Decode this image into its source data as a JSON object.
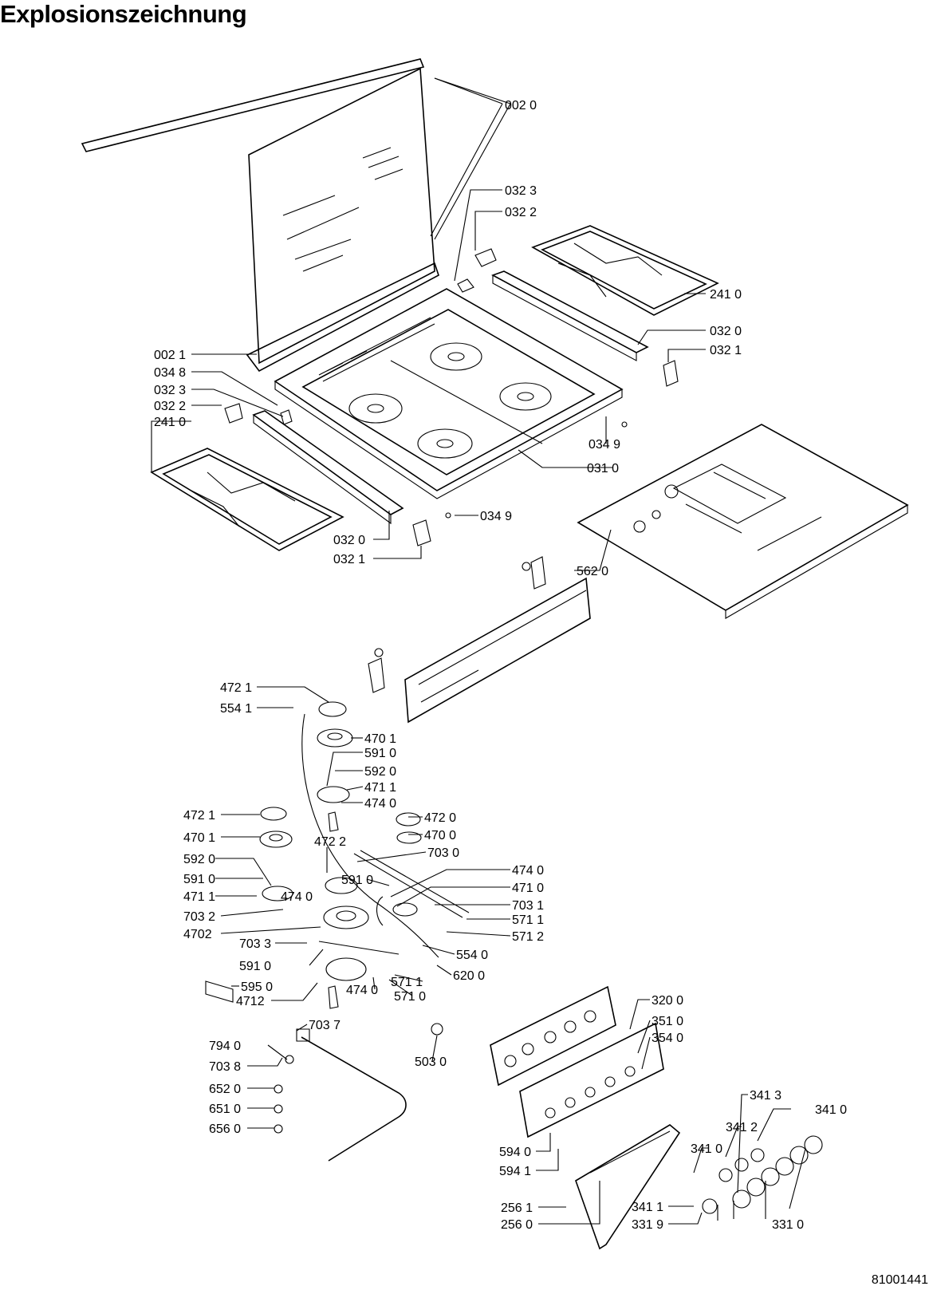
{
  "title": "Explosionszeichnung",
  "document_number": "81001441",
  "callouts": [
    {
      "id": "c1",
      "text": "002 0"
    },
    {
      "id": "c2",
      "text": "032 3"
    },
    {
      "id": "c3",
      "text": "032 2"
    },
    {
      "id": "c4",
      "text": "241 0"
    },
    {
      "id": "c5",
      "text": "032 0"
    },
    {
      "id": "c6",
      "text": "032 1"
    },
    {
      "id": "c7",
      "text": "002 1"
    },
    {
      "id": "c8",
      "text": "034 8"
    },
    {
      "id": "c9",
      "text": "032 3"
    },
    {
      "id": "c10",
      "text": "032 2"
    },
    {
      "id": "c11",
      "text": "241 0"
    },
    {
      "id": "c12",
      "text": "034 9"
    },
    {
      "id": "c13",
      "text": "031 0"
    },
    {
      "id": "c14",
      "text": "034 9"
    },
    {
      "id": "c15",
      "text": "032 0"
    },
    {
      "id": "c16",
      "text": "032 1"
    },
    {
      "id": "c17",
      "text": "562 0"
    },
    {
      "id": "c18",
      "text": "472 1"
    },
    {
      "id": "c19",
      "text": "554 1"
    },
    {
      "id": "c20",
      "text": "470 1"
    },
    {
      "id": "c21",
      "text": "591 0"
    },
    {
      "id": "c22",
      "text": "592 0"
    },
    {
      "id": "c23",
      "text": "471 1"
    },
    {
      "id": "c24",
      "text": "474 0"
    },
    {
      "id": "c25",
      "text": "472 1"
    },
    {
      "id": "c26",
      "text": "472 0"
    },
    {
      "id": "c27",
      "text": "470 1"
    },
    {
      "id": "c28",
      "text": "470 0"
    },
    {
      "id": "c29",
      "text": "472 2"
    },
    {
      "id": "c30",
      "text": "592 0"
    },
    {
      "id": "c31",
      "text": "703 0"
    },
    {
      "id": "c32",
      "text": "591 0"
    },
    {
      "id": "c33",
      "text": "474 0"
    },
    {
      "id": "c34",
      "text": "591 0"
    },
    {
      "id": "c35",
      "text": "471 0"
    },
    {
      "id": "c36",
      "text": "471 1"
    },
    {
      "id": "c37",
      "text": "474 0"
    },
    {
      "id": "c38",
      "text": "703 1"
    },
    {
      "id": "c39",
      "text": "703 2"
    },
    {
      "id": "c40",
      "text": "571 1"
    },
    {
      "id": "c41",
      "text": "4702"
    },
    {
      "id": "c42",
      "text": "571 2"
    },
    {
      "id": "c43",
      "text": "703 3"
    },
    {
      "id": "c44",
      "text": "554 0"
    },
    {
      "id": "c45",
      "text": "591 0"
    },
    {
      "id": "c46",
      "text": "620 0"
    },
    {
      "id": "c47",
      "text": "595 0"
    },
    {
      "id": "c48",
      "text": "571 1"
    },
    {
      "id": "c49",
      "text": "474 0"
    },
    {
      "id": "c50",
      "text": "4712"
    },
    {
      "id": "c51",
      "text": "571 0"
    },
    {
      "id": "c52",
      "text": "320 0"
    },
    {
      "id": "c53",
      "text": "703 7"
    },
    {
      "id": "c54",
      "text": "351 0"
    },
    {
      "id": "c55",
      "text": "794 0"
    },
    {
      "id": "c56",
      "text": "354 0"
    },
    {
      "id": "c57",
      "text": "503 0"
    },
    {
      "id": "c58",
      "text": "703 8"
    },
    {
      "id": "c59",
      "text": "652 0"
    },
    {
      "id": "c60",
      "text": "341 3"
    },
    {
      "id": "c61",
      "text": "651 0"
    },
    {
      "id": "c62",
      "text": "341 0"
    },
    {
      "id": "c63",
      "text": "656 0"
    },
    {
      "id": "c64",
      "text": "341 2"
    },
    {
      "id": "c65",
      "text": "341 0"
    },
    {
      "id": "c66",
      "text": "594 0"
    },
    {
      "id": "c67",
      "text": "594 1"
    },
    {
      "id": "c68",
      "text": "256 1"
    },
    {
      "id": "c69",
      "text": "341 1"
    },
    {
      "id": "c70",
      "text": "256 0"
    },
    {
      "id": "c71",
      "text": "331 9"
    },
    {
      "id": "c72",
      "text": "331 0"
    }
  ]
}
